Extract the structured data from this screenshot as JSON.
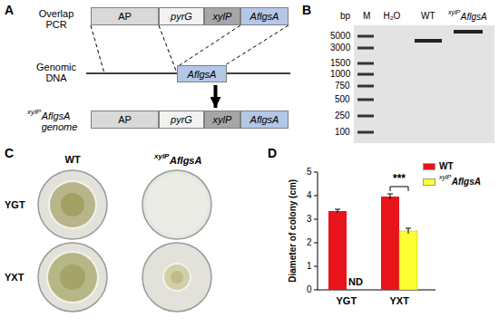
{
  "diagram": {
    "nodes": [
      {
        "text": [
          "AP"
        ]
      },
      {
        "text": [
          "pyrG"
        ]
      },
      {
        "text": [
          "xylP"
        ]
      },
      {
        "text": [
          "AflgsA"
        ]
      },
      {
        "text": [
          "AflgsA"
        ]
      },
      {
        "text": [
          "AP"
        ]
      },
      {
        "text": [
          "pyrG"
        ]
      },
      {
        "text": [
          "xylP"
        ]
      },
      {
        "text": [
          "AflgsA"
        ]
      }
    ],
    "edges": [
      {
        "from": 4,
        "to": 7,
        "arrow": "to"
      }
    ],
    "labels": [
      "A",
      "Overlap PCR",
      "Genomic DNA",
      "xylP",
      "AflgsA genome",
      "B",
      "bp",
      "M",
      "H₂O",
      "WT",
      "xylP",
      "AflgsA",
      "5000",
      "3000",
      "1500",
      "1000",
      "750",
      "500",
      "250",
      "100",
      "C",
      "WT",
      "xylP",
      "AflgsA",
      "YGT",
      "YXT",
      "D",
      "Diameter of colony (cm)",
      "5",
      "4",
      "3",
      "2",
      "1",
      "0",
      "YGT",
      "YXT",
      "ND",
      "***",
      "xylP"
    ],
    "legend": [
      {
        "text": "WT",
        "color": "#e8141b"
      },
      {
        "text": "AflgsA",
        "color": "#ffff33"
      }
    ]
  }
}
